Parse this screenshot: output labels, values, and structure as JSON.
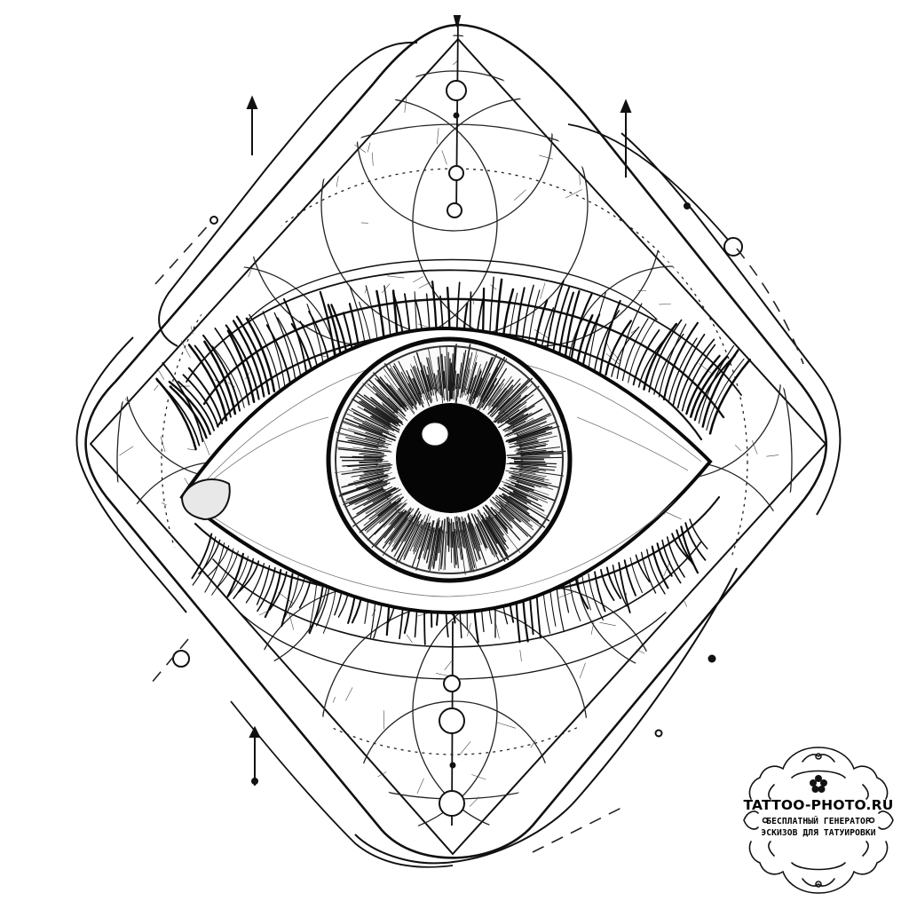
{
  "image": {
    "subject": "eye",
    "style": "black line-art tattoo sketch",
    "colors": {
      "ink": "#111111",
      "background": "#ffffff"
    }
  },
  "watermark": {
    "title": "TATTOO-PHOTO.RU",
    "line1": "БЕСПЛАТНЫЙ ГЕНЕРАТОР",
    "line2": "ЭСКИЗОВ ДЛЯ ТАТУИРОВКИ",
    "ornament": "flower-icon"
  }
}
